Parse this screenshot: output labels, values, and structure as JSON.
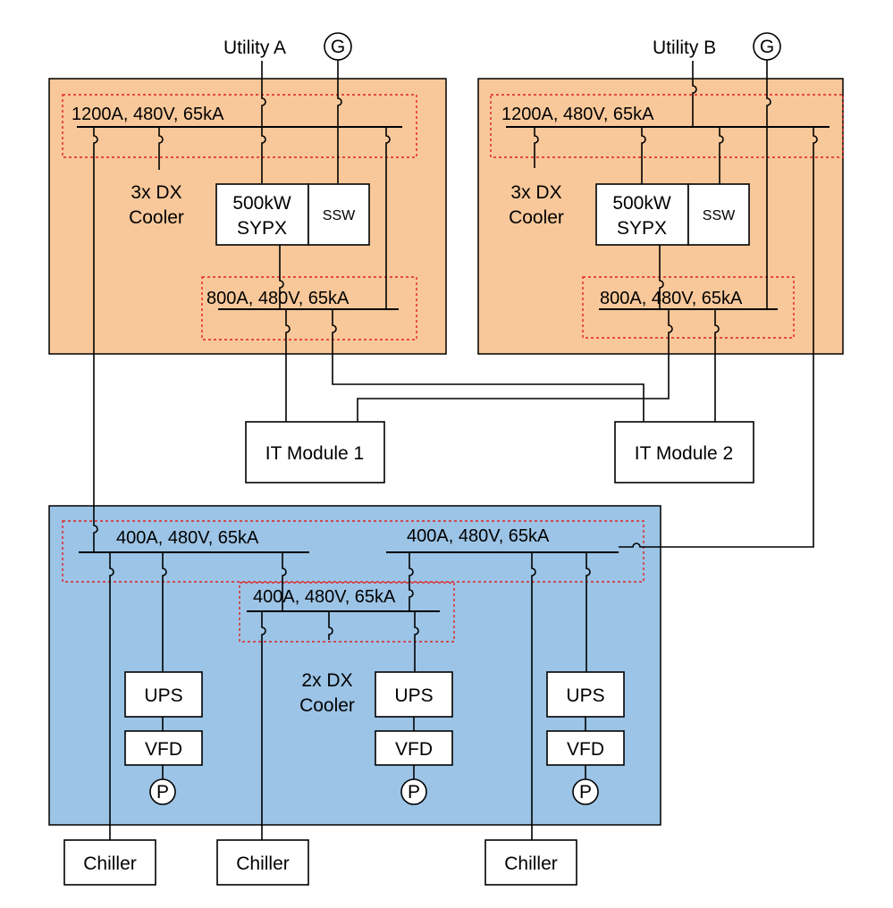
{
  "colors": {
    "top_panel": "#f8c89a",
    "bottom_panel": "#9cc4e6",
    "breaker_enclosure": "#e02020"
  },
  "sources": {
    "utility_a": "Utility A",
    "utility_b": "Utility B",
    "generator_symbol": "G"
  },
  "left_top_panel": {
    "main_bus": "1200A, 480V, 65kA",
    "sub_bus": "800A, 480V, 65kA",
    "cooler_line1": "3x DX",
    "cooler_line2": "Cooler",
    "sypx_line1": "500kW",
    "sypx_line2": "SYPX",
    "ssw": "SSW"
  },
  "right_top_panel": {
    "main_bus": "1200A, 480V, 65kA",
    "sub_bus": "800A, 480V, 65kA",
    "cooler_line1": "3x DX",
    "cooler_line2": "Cooler",
    "sypx_line1": "500kW",
    "sypx_line2": "SYPX",
    "ssw": "SSW"
  },
  "it_modules": [
    "IT Module 1",
    "IT Module 2"
  ],
  "bottom_panel": {
    "left_bus": "400A, 480V, 65kA",
    "right_bus": "400A, 480V, 65kA",
    "center_bus": "400A, 480V, 65kA",
    "cooler_line1": "2x DX",
    "cooler_line2": "Cooler",
    "ups": "UPS",
    "vfd": "VFD",
    "pump_symbol": "P"
  },
  "chillers": [
    "Chiller",
    "Chiller",
    "Chiller"
  ]
}
